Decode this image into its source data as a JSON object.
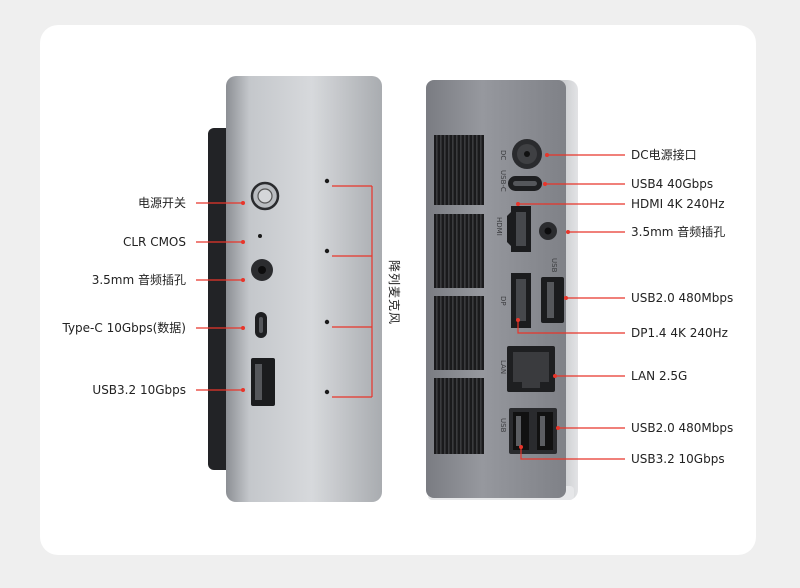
{
  "left_labels": [
    {
      "text": "电源开关"
    },
    {
      "text": "CLR CMOS"
    },
    {
      "text": "3.5mm 音频插孔"
    },
    {
      "text": "Type-C 10Gbps(数据)"
    },
    {
      "text": "USB3.2 10Gbps"
    }
  ],
  "vent_label": "降列麦克风",
  "right_labels": [
    {
      "text": "DC电源接口"
    },
    {
      "text": "USB4 40Gbps"
    },
    {
      "text": "HDMI 4K 240Hz"
    },
    {
      "text": "3.5mm 音频插孔"
    },
    {
      "text": "USB2.0 480Mbps"
    },
    {
      "text": "DP1.4 4K 240Hz"
    },
    {
      "text": "LAN 2.5G"
    },
    {
      "text": "USB2.0 480Mbps"
    },
    {
      "text": "USB3.2 10Gbps"
    }
  ],
  "port_marks": {
    "dc": "DC",
    "usbc": "USB-C",
    "hdmi": "HDMI",
    "dp": "DP",
    "usb_top": "USB",
    "lan": "LAN",
    "usb_bottom": "USB"
  },
  "colors": {
    "accent": "#e8352a",
    "card": "#ffffff",
    "background": "#efefef"
  }
}
